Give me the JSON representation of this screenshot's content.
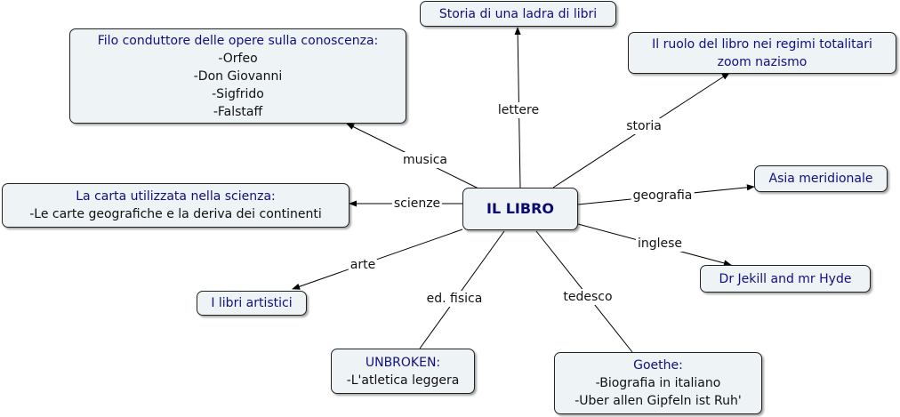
{
  "center": "IL LIBRO",
  "nodes": {
    "storia_ladra": {
      "title": "Storia di una ladra di libri"
    },
    "regimi": {
      "lines": [
        "Il ruolo del libro nei regimi totalitari",
        "zoom nazismo"
      ]
    },
    "filo": {
      "title": "Filo conduttore delle opere sulla conoscenza:",
      "lines": [
        "-Orfeo",
        "-Don Giovanni",
        "-Sigfrido",
        "-Falstaff"
      ]
    },
    "asia": {
      "title": "Asia meridionale"
    },
    "carta": {
      "title": "La carta utilizzata nella scienza:",
      "lines": [
        "-Le carte geografiche e la deriva dei continenti"
      ]
    },
    "jekyll": {
      "title": "Dr Jekill and mr Hyde"
    },
    "artistici": {
      "title": "I libri artistici"
    },
    "unbroken": {
      "title": "UNBROKEN:",
      "lines": [
        "-L'atletica leggera"
      ]
    },
    "goethe": {
      "title": "Goethe:",
      "lines": [
        "-Biografia in italiano",
        "-Uber allen Gipfeln ist Ruh'"
      ]
    }
  },
  "links": {
    "lettere": "lettere",
    "storia": "storia",
    "musica": "musica",
    "geografia": "geografia",
    "scienze": "scienze",
    "inglese": "inglese",
    "arte": "arte",
    "ed_fisica": "ed. fisica",
    "tedesco": "tedesco"
  },
  "colors": {
    "node_fill": "#eef3f5",
    "title_text": "#101080",
    "line": "#111111"
  }
}
